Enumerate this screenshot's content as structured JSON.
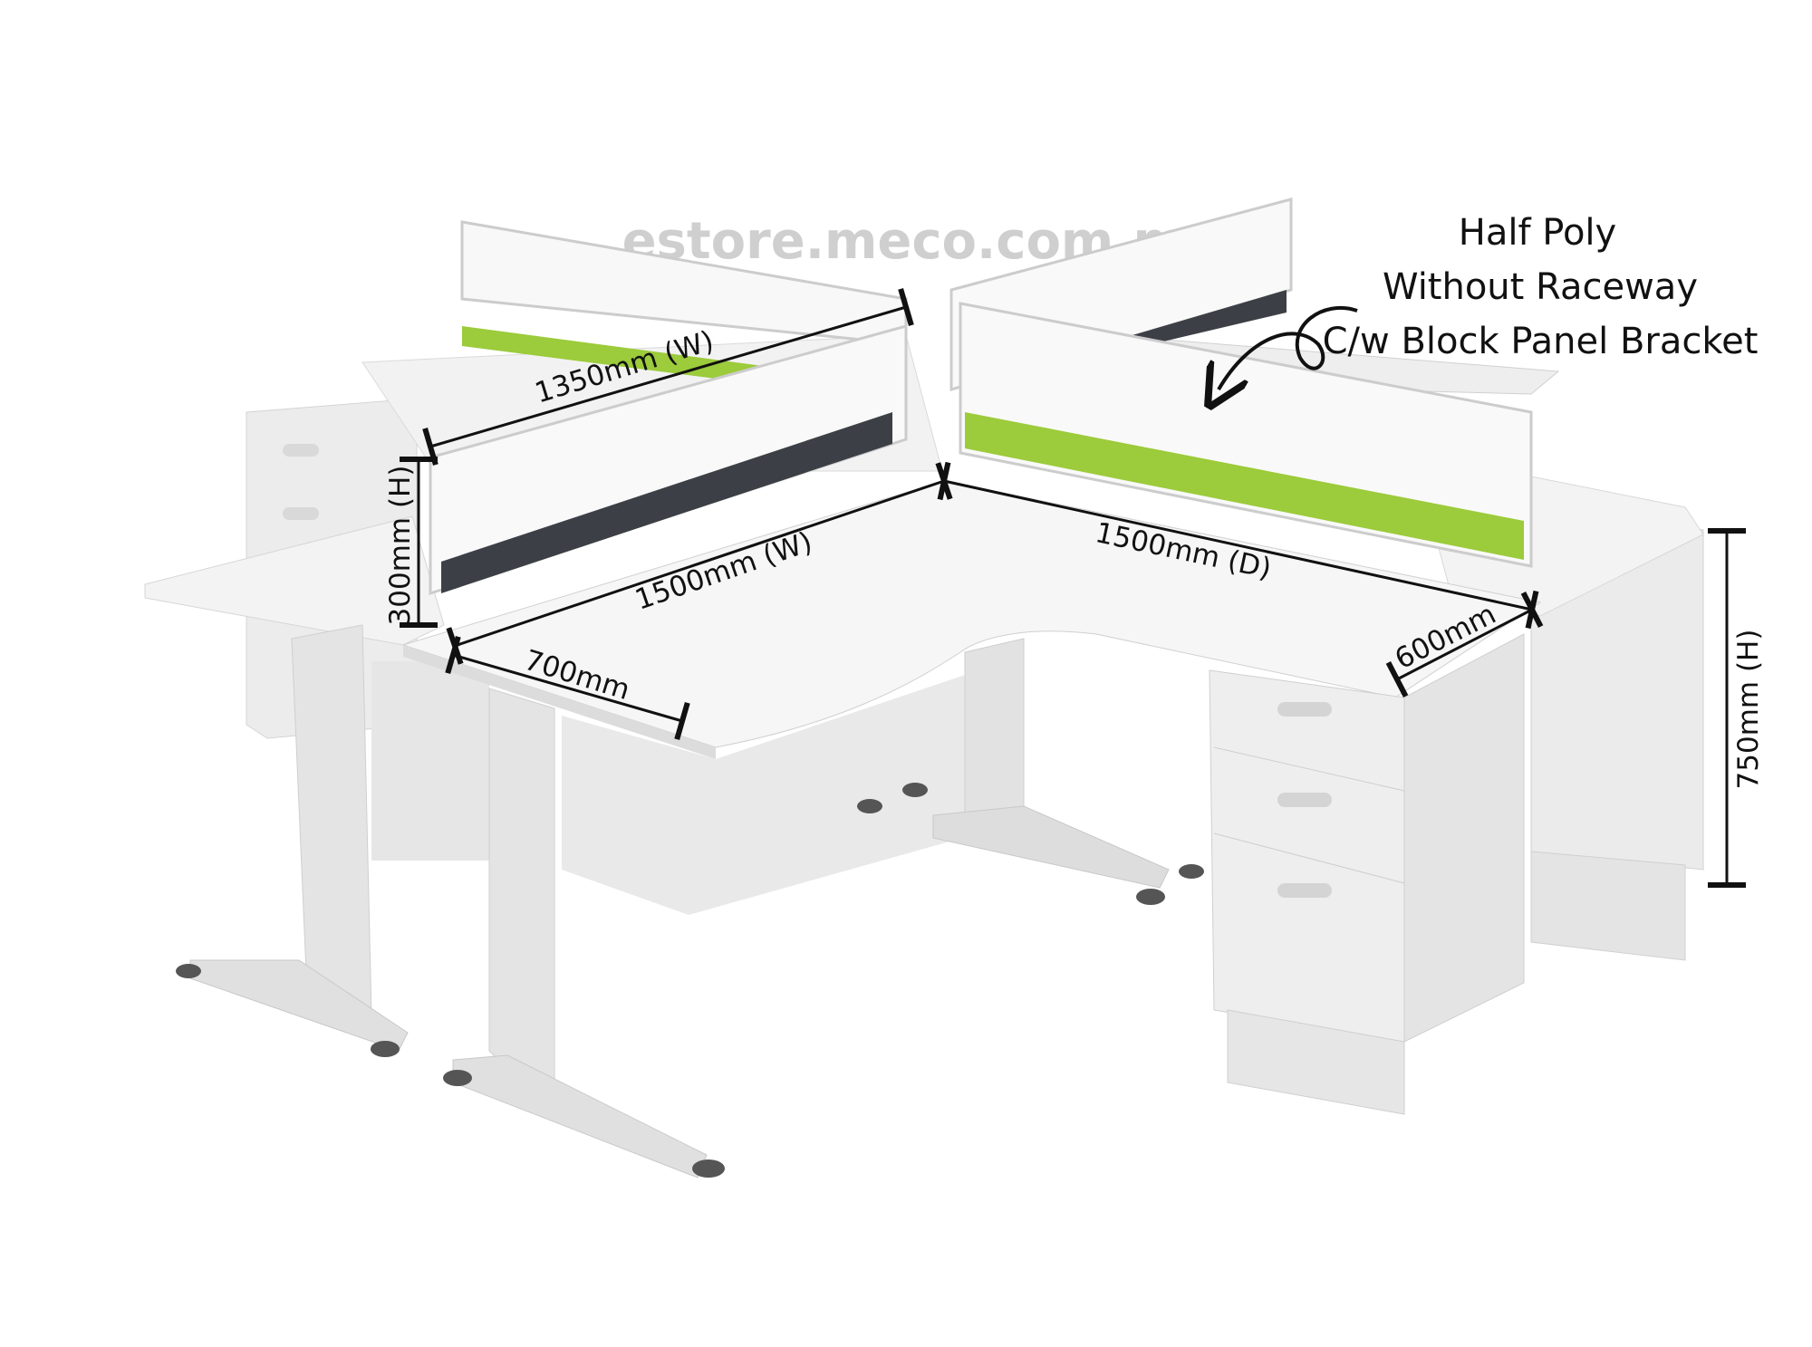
{
  "watermark": "estore.meco.com.my",
  "dimensions": {
    "panel_width": "1350mm (W)",
    "panel_height": "300mm (H)",
    "desk_width": "1500mm (W)",
    "desk_depth_left": "700mm",
    "desk_depth": "1500mm (D)",
    "desk_depth_right": "600mm",
    "desk_height": "750mm (H)"
  },
  "notes": [
    "Half Poly",
    "Without Raceway",
    "C/w Block Panel Bracket"
  ],
  "colors": {
    "panel_fabric_green": "#9ccb3b",
    "panel_fabric_dark": "#3c4046",
    "desk_surface": "#f4f4f4",
    "leg": "#e2e2e2"
  }
}
